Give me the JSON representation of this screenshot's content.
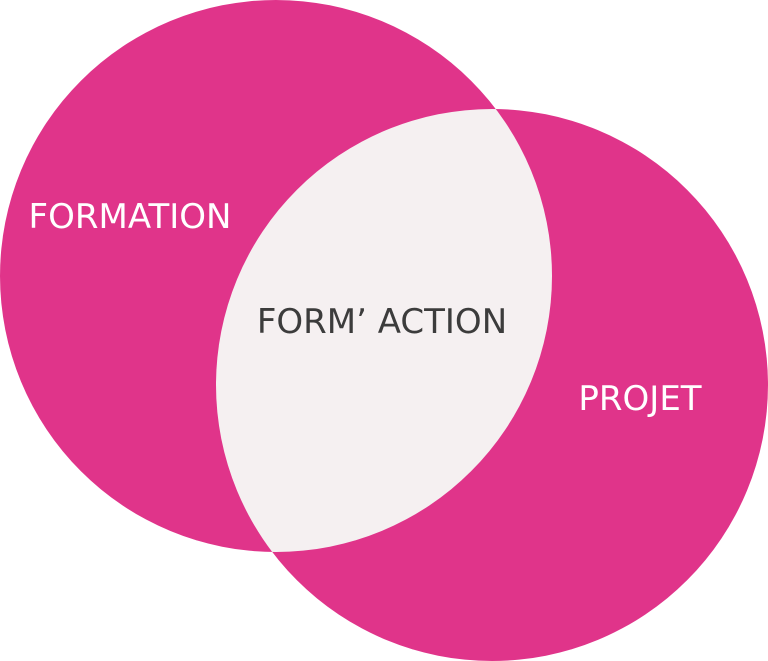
{
  "diagram": {
    "type": "venn",
    "sets": [
      {
        "label": "FORMATION"
      },
      {
        "label": "PROJET"
      }
    ],
    "intersection_label": "FORM’ ACTION",
    "colors": {
      "circle": "#E0348A",
      "intersection": "#F5F0F1",
      "set_text": "#FFFFFF",
      "intersection_text": "#3C3C3C"
    }
  }
}
